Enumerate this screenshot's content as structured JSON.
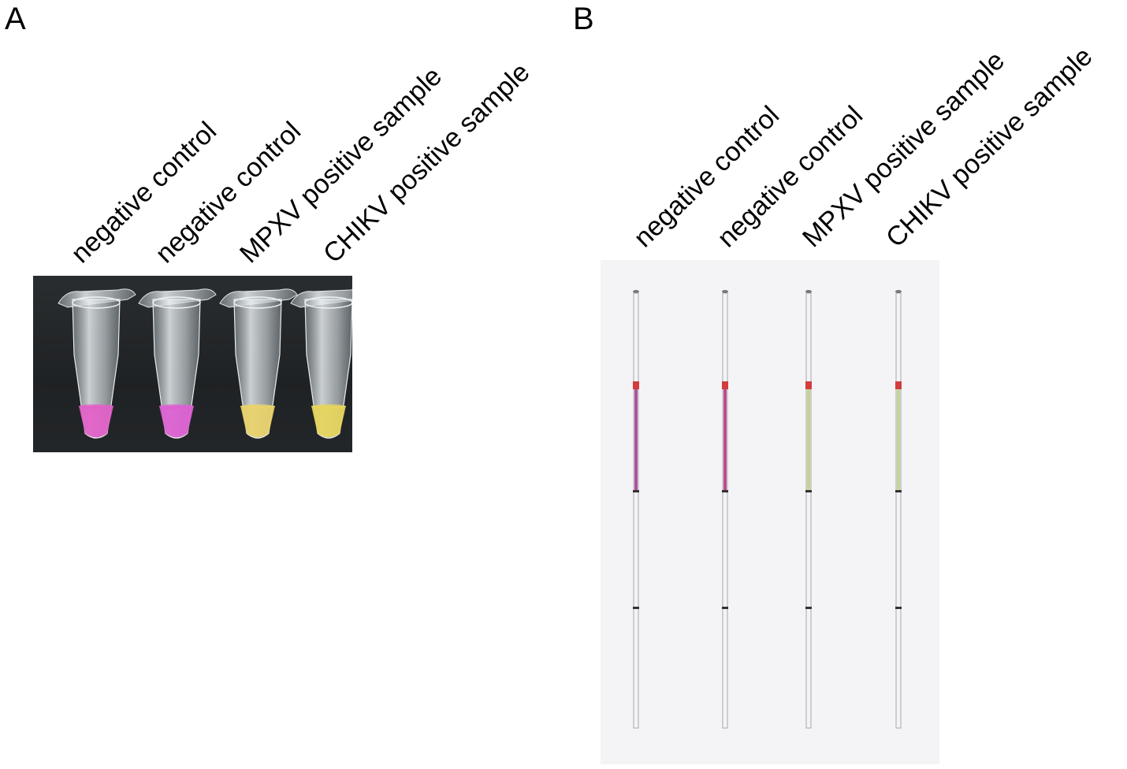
{
  "panels": {
    "a": {
      "letter": "A",
      "labels": [
        "negative control",
        "negative control",
        "MPXV positive sample",
        "CHIKV positive sample"
      ],
      "tube_colors": [
        "#e35fc8",
        "#dd5fd2",
        "#e9d36a",
        "#e6d55a"
      ]
    },
    "b": {
      "letter": "B",
      "labels": [
        "negative control",
        "negative control",
        "MPXV positive sample",
        "CHIKV positive sample"
      ],
      "capillary_colors": [
        "#b0509a",
        "#c04a8a",
        "#c9d28e",
        "#c6d39a"
      ],
      "marker_color": "#d23c3c"
    }
  }
}
